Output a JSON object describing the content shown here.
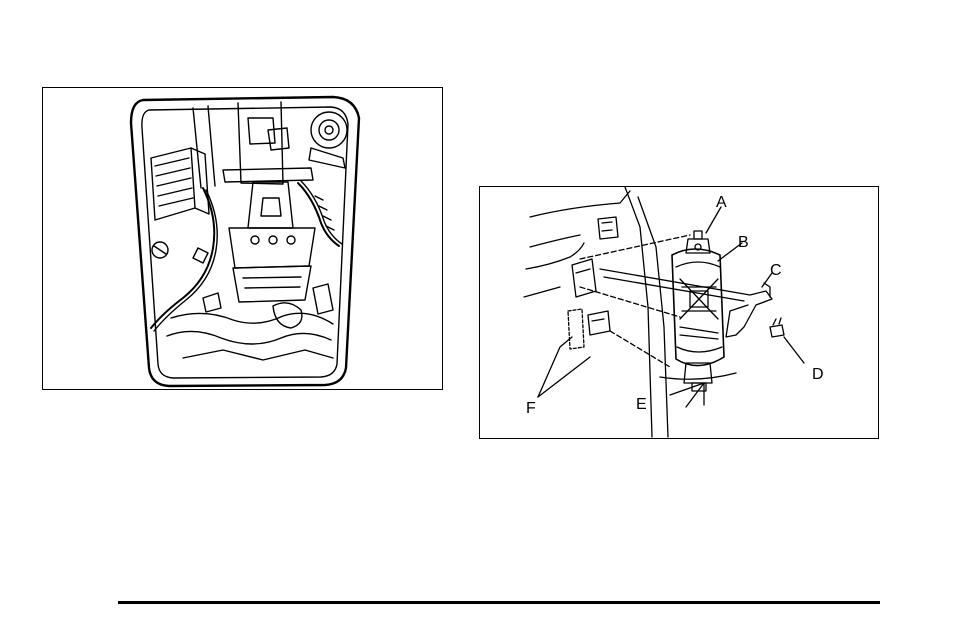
{
  "figures": [
    {
      "id": "spare-tire-jack-compartment"
    },
    {
      "id": "jack-assembly",
      "callouts": [
        "A",
        "B",
        "C",
        "D",
        "E",
        "F"
      ]
    }
  ],
  "colors": {
    "ink": "#000000",
    "background": "#ffffff"
  }
}
